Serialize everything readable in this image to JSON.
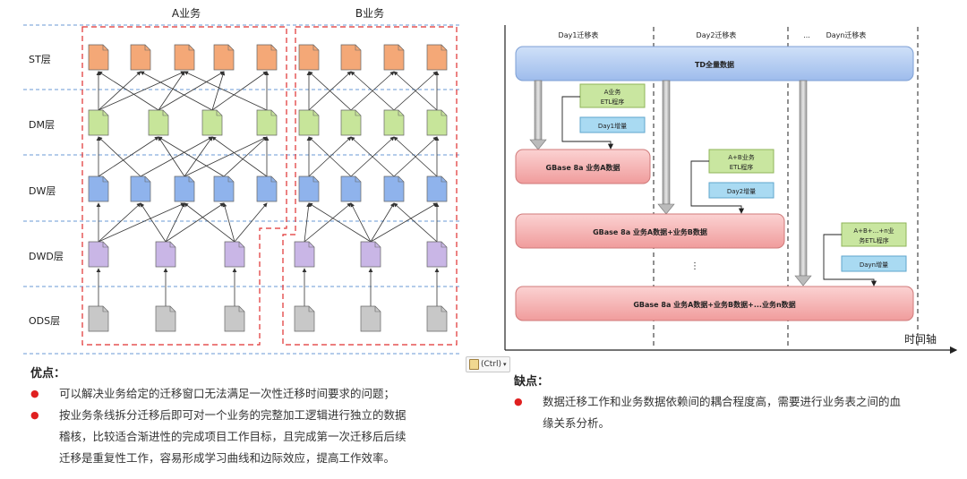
{
  "left_diagram": {
    "groups": [
      "A业务",
      "B业务"
    ],
    "layers": [
      "ST层",
      "DM层",
      "DW层",
      "DWD层",
      "ODS层"
    ]
  },
  "right_diagram": {
    "columns": [
      "Day1迁移表",
      "Day2迁移表",
      "...",
      "Dayn迁移表"
    ],
    "td_bar": "TD全量数据",
    "etl_boxes": [
      {
        "line1": "A业务",
        "line2": "ETL程序"
      },
      {
        "line1": "A+B业务",
        "line2": "ETL程序"
      },
      {
        "line1": "A+B+...+n业",
        "line2": "务ETL程序"
      }
    ],
    "increment_boxes": [
      "Day1增量",
      "Day2增量",
      "Dayn增量"
    ],
    "gbase_boxes": [
      "GBase 8a 业务A数据",
      "GBase 8a 业务A数据+业务B数据",
      "GBase 8a 业务A数据+业务B数据+...业务n数据"
    ],
    "vertical_ellipsis": "⋮",
    "time_axis_label": "时间轴"
  },
  "ctrl_badge": "(Ctrl)",
  "pros": {
    "title": "优点：",
    "items": [
      "可以解决业务给定的迁移窗口无法满足一次性迁移时间要求的问题；",
      "按业务条线拆分迁移后即可对一个业务的完整加工逻辑进行独立的数据",
      "稽核，比较适合渐进性的完成项目工作目标，且完成第一次迁移后后续",
      "迁移是重复性工作，容易形成学习曲线和边际效应，提高工作效率。"
    ]
  },
  "cons": {
    "title": "缺点：",
    "items": [
      "数据迁移工作和业务数据依赖间的耦合程度高，需要进行业务表之间的血",
      "缘关系分析。"
    ]
  },
  "colors": {
    "st": "#f4a877",
    "dm": "#c7e59a",
    "dw": "#8fb3ec",
    "dwd": "#c9b6e6",
    "ods": "#c8c8c8",
    "red_dash": "#e03030",
    "blue_dash": "#6a9ad6",
    "td_bar": "#a8c4ee",
    "gbase": "#f4aeae",
    "etl": "#c9e6a0",
    "increment": "#a9daf2"
  }
}
